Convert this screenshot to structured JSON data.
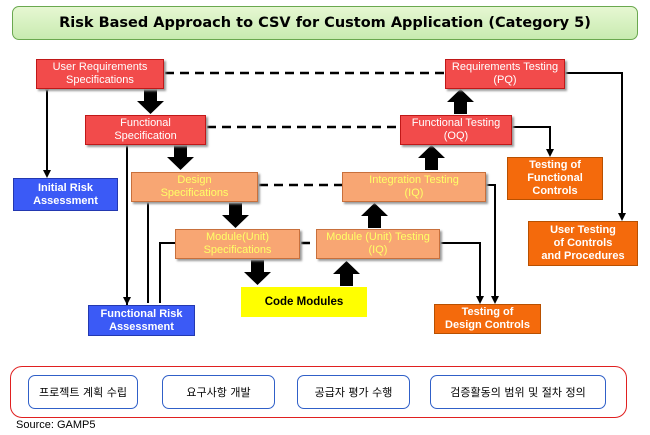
{
  "title": "Risk Based Approach to CSV for Custom Application (Category 5)",
  "boxes": {
    "user_requirements": "User Requirements\nSpecifications",
    "functional_spec": "Functional\nSpecification",
    "design_spec": "Design\nSpecifications",
    "module_spec": "Module(Unit)\nSpecifications",
    "module_testing": "Module (Unit) Testing\n(IQ)",
    "integration_testing": "Integration Testing\n(IQ)",
    "functional_testing": "Functional Testing\n(OQ)",
    "requirements_testing": "Requirements Testing\n(PQ)",
    "code_modules": "Code Modules",
    "initial_risk": "Initial Risk\nAssessment",
    "functional_risk": "Functional Risk\nAssessment",
    "testing_functional_controls": "Testing of\nFunctional\nControls",
    "user_testing": "User Testing\nof Controls\nand Procedures",
    "testing_design_controls": "Testing of\nDesign Controls"
  },
  "steps": [
    "프로젝트 계획 수립",
    "요구사항 개발",
    "공급자 평가 수행",
    "검증활동의 범위 및 절차 정의"
  ],
  "source": "Source: GAMP5",
  "colors": {
    "spec_red": "#f24b4b",
    "spec_peach": "#f8a673",
    "testing_orange": "#f46a0c",
    "risk_blue": "#3b5af6",
    "code_yellow": "#ffff00",
    "panel_border": "#e02020"
  }
}
